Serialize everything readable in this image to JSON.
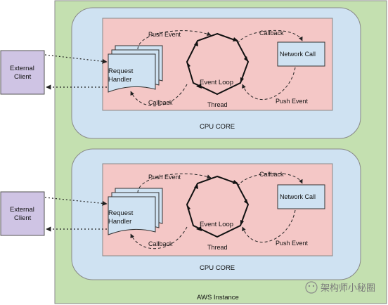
{
  "instance": {
    "label": "AWS Instance"
  },
  "cores": [
    {
      "label": "CPU CORE",
      "request_handler": {
        "line1": "Request",
        "line2": "Handler"
      },
      "event_loop": "Event Loop",
      "thread": "Thread",
      "network_call": "Network Call",
      "push_event_left": "Push Event",
      "push_event_right": "Push Event",
      "callback_left": "Callback",
      "callback_right": "Callback"
    },
    {
      "label": "CPU CORE",
      "request_handler": {
        "line1": "Request",
        "line2": "Handler"
      },
      "event_loop": "Event Loop",
      "thread": "Thread",
      "network_call": "Network Call",
      "push_event_left": "Push Event",
      "push_event_right": "Push Event",
      "callback_left": "Callback",
      "callback_right": "Callback"
    }
  ],
  "clients": [
    {
      "line1": "External",
      "line2": "Client"
    },
    {
      "line1": "External",
      "line2": "Client"
    }
  ],
  "watermark": {
    "text": "架构师小秘圈"
  },
  "colors": {
    "instance_fill": "#c4e0b0",
    "core_fill": "#cfe2f2",
    "event_area_fill": "#f4c7c6",
    "box_fill": "#cfe2f2",
    "line": "#222222"
  }
}
